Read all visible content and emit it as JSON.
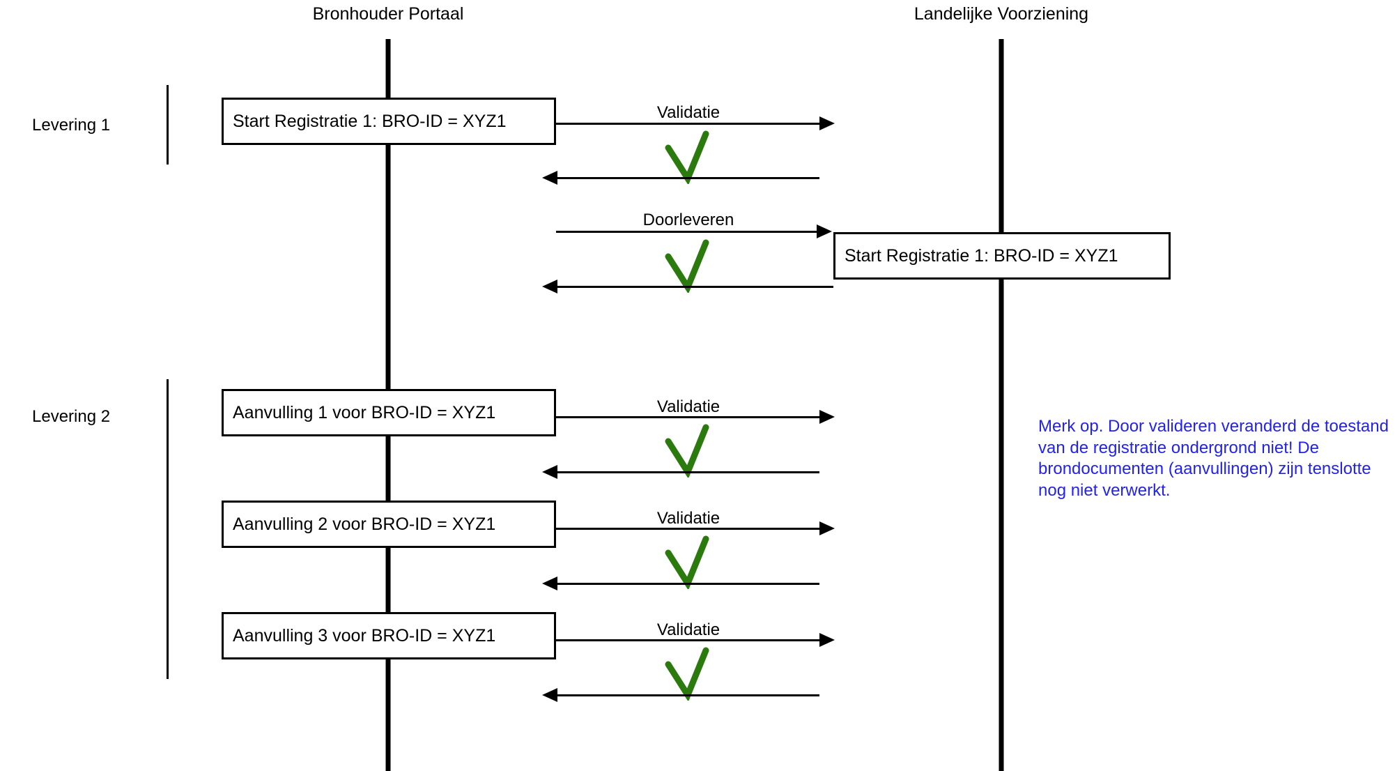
{
  "diagram": {
    "title": "BRO levering sequence diagram",
    "colors": {
      "line": "#000000",
      "check": "#2A7A0E",
      "note": "#2222EE",
      "background": "#FFFFFF"
    }
  },
  "lifelines": [
    {
      "name": "bronhouder-portaal",
      "label": "Bronhouder Portaal"
    },
    {
      "name": "landelijke-voorziening",
      "label": "Landelijke Voorziening"
    }
  ],
  "groups": [
    {
      "name": "levering-1",
      "label": "Levering 1"
    },
    {
      "name": "levering-2",
      "label": "Levering 2"
    }
  ],
  "boxes": {
    "start_registratie_left": "Start Registratie 1: BRO-ID = XYZ1",
    "start_registratie_right": "Start Registratie 1: BRO-ID = XYZ1",
    "aanvulling_1": "Aanvulling 1 voor BRO-ID = XYZ1",
    "aanvulling_2": "Aanvulling 2 voor BRO-ID = XYZ1",
    "aanvulling_3": "Aanvulling 3 voor BRO-ID = XYZ1"
  },
  "messages": {
    "validatie_1": "Validatie",
    "doorleveren": "Doorleveren",
    "validatie_2": "Validatie",
    "validatie_3": "Validatie",
    "validatie_4": "Validatie"
  },
  "icons": {
    "check": "check-mark-icon"
  },
  "note": {
    "text": "Merk  op. Door valideren veranderd de toestand van de registratie ondergrond niet! De brondocumenten (aanvullingen) zijn tenslotte nog niet verwerkt."
  }
}
